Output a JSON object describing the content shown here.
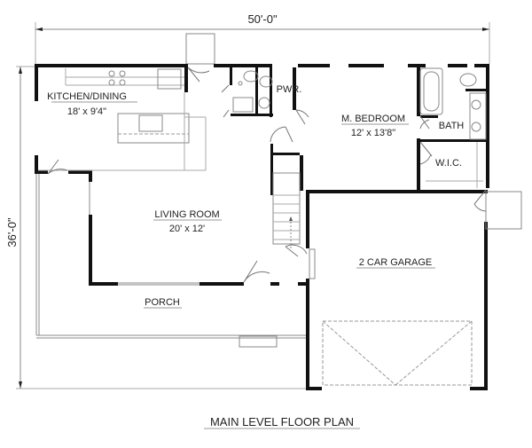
{
  "plan_title": "MAIN LEVEL FLOOR PLAN",
  "dimensions": {
    "width": "50'-0\"",
    "depth": "36'-0\""
  },
  "rooms": {
    "kitchen": {
      "name": "KITCHEN/DINING",
      "size": "18' x 9'4\""
    },
    "powder": {
      "name": "PWR."
    },
    "master_bedroom": {
      "name": "M. BEDROOM",
      "size": "12' x 13'8\""
    },
    "bath": {
      "name": "BATH"
    },
    "wic": {
      "name": "W.I.C."
    },
    "living_room": {
      "name": "LIVING ROOM",
      "size": "20' x 12'"
    },
    "garage": {
      "name": "2 CAR GARAGE"
    },
    "porch": {
      "name": "PORCH"
    }
  }
}
